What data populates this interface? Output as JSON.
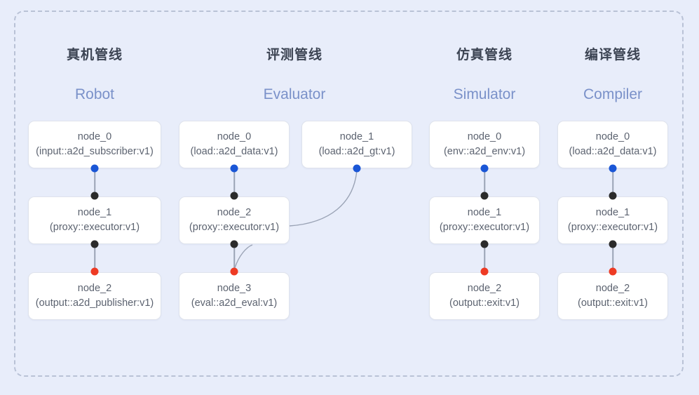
{
  "frame": {
    "border_style": "dashed",
    "border_color": "#b9c2d6",
    "background": "#e8edfa"
  },
  "colors": {
    "background": "#e8edfa",
    "node_fill": "#ffffff",
    "node_border": "#dfe3ec",
    "title_cn": "#3c4453",
    "title_en": "#7a91c9",
    "port_out": "#1a56d6",
    "port_in": "#2b2b2b",
    "port_end": "#ee3b24",
    "edge": "#9aa3b5"
  },
  "columns": [
    {
      "id": "robot",
      "title_cn": "真机管线",
      "title_en": "Robot",
      "nodes": [
        {
          "name": "node_0",
          "spec": "(input::a2d_subscriber:v1)"
        },
        {
          "name": "node_1",
          "spec": "(proxy::executor:v1)"
        },
        {
          "name": "node_2",
          "spec": "(output::a2d_publisher:v1)"
        }
      ]
    },
    {
      "id": "evaluator",
      "title_cn": "评测管线",
      "title_en": "Evaluator",
      "nodes": [
        {
          "name": "node_0",
          "spec": "(load::a2d_data:v1)"
        },
        {
          "name": "node_1",
          "spec": "(load::a2d_gt:v1)"
        },
        {
          "name": "node_2",
          "spec": "(proxy::executor:v1)"
        },
        {
          "name": "node_3",
          "spec": "(eval::a2d_eval:v1)"
        }
      ]
    },
    {
      "id": "simulator",
      "title_cn": "仿真管线",
      "title_en": "Simulator",
      "nodes": [
        {
          "name": "node_0",
          "spec": "(env::a2d_env:v1)"
        },
        {
          "name": "node_1",
          "spec": "(proxy::executor:v1)"
        },
        {
          "name": "node_2",
          "spec": "(output::exit:v1)"
        }
      ]
    },
    {
      "id": "compiler",
      "title_cn": "编译管线",
      "title_en": "Compiler",
      "nodes": [
        {
          "name": "node_0",
          "spec": "(load::a2d_data:v1)"
        },
        {
          "name": "node_1",
          "spec": "(proxy::executor:v1)"
        },
        {
          "name": "node_2",
          "spec": "(output::exit:v1)"
        }
      ]
    }
  ]
}
